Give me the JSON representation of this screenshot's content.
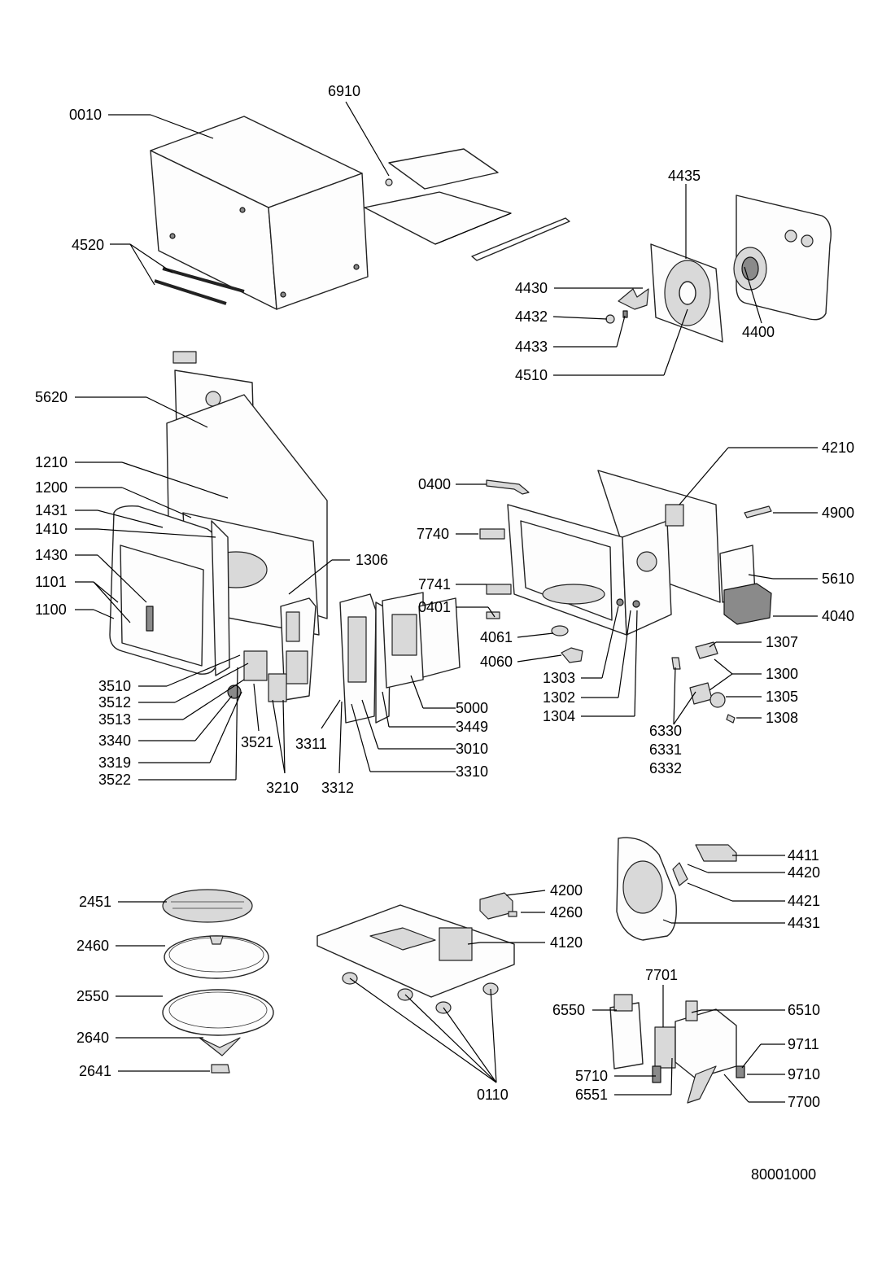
{
  "diagram": {
    "labels": {
      "l0010": "0010",
      "l6910": "6910",
      "l4520": "4520",
      "l4435": "4435",
      "l4430": "4430",
      "l4432": "4432",
      "l4433": "4433",
      "l4510": "4510",
      "l4400": "4400",
      "l5620": "5620",
      "l1210": "1210",
      "l1200": "1200",
      "l1431": "1431",
      "l1410": "1410",
      "l1430": "1430",
      "l1101": "1101",
      "l1100": "1100",
      "l1306": "1306",
      "l3510": "3510",
      "l3512": "3512",
      "l3513": "3513",
      "l3340": "3340",
      "l3319": "3319",
      "l3522": "3522",
      "l3521": "3521",
      "l3210": "3210",
      "l3311": "3311",
      "l3312": "3312",
      "l5000": "5000",
      "l3449": "3449",
      "l3010": "3010",
      "l3310": "3310",
      "l4210": "4210",
      "l0400": "0400",
      "l4900": "4900",
      "l7740": "7740",
      "l5610": "5610",
      "l7741": "7741",
      "l0401": "0401",
      "l4040": "4040",
      "l4061": "4061",
      "l1307": "1307",
      "l4060": "4060",
      "l1303": "1303",
      "l1300": "1300",
      "l1302": "1302",
      "l1305": "1305",
      "l1304": "1304",
      "l1308": "1308",
      "l6330": "6330",
      "l6331": "6331",
      "l6332": "6332",
      "l4411": "4411",
      "l4420": "4420",
      "l4421": "4421",
      "l4431": "4431",
      "l2451": "2451",
      "l4200": "4200",
      "l4260": "4260",
      "l2460": "2460",
      "l4120": "4120",
      "l2550": "2550",
      "l7701": "7701",
      "l6550": "6550",
      "l6510": "6510",
      "l2640": "2640",
      "l9711": "9711",
      "l2641": "2641",
      "l9710": "9710",
      "l5710": "5710",
      "l0110": "0110",
      "l6551": "6551",
      "l7700": "7700"
    },
    "document_number": "80001000"
  }
}
